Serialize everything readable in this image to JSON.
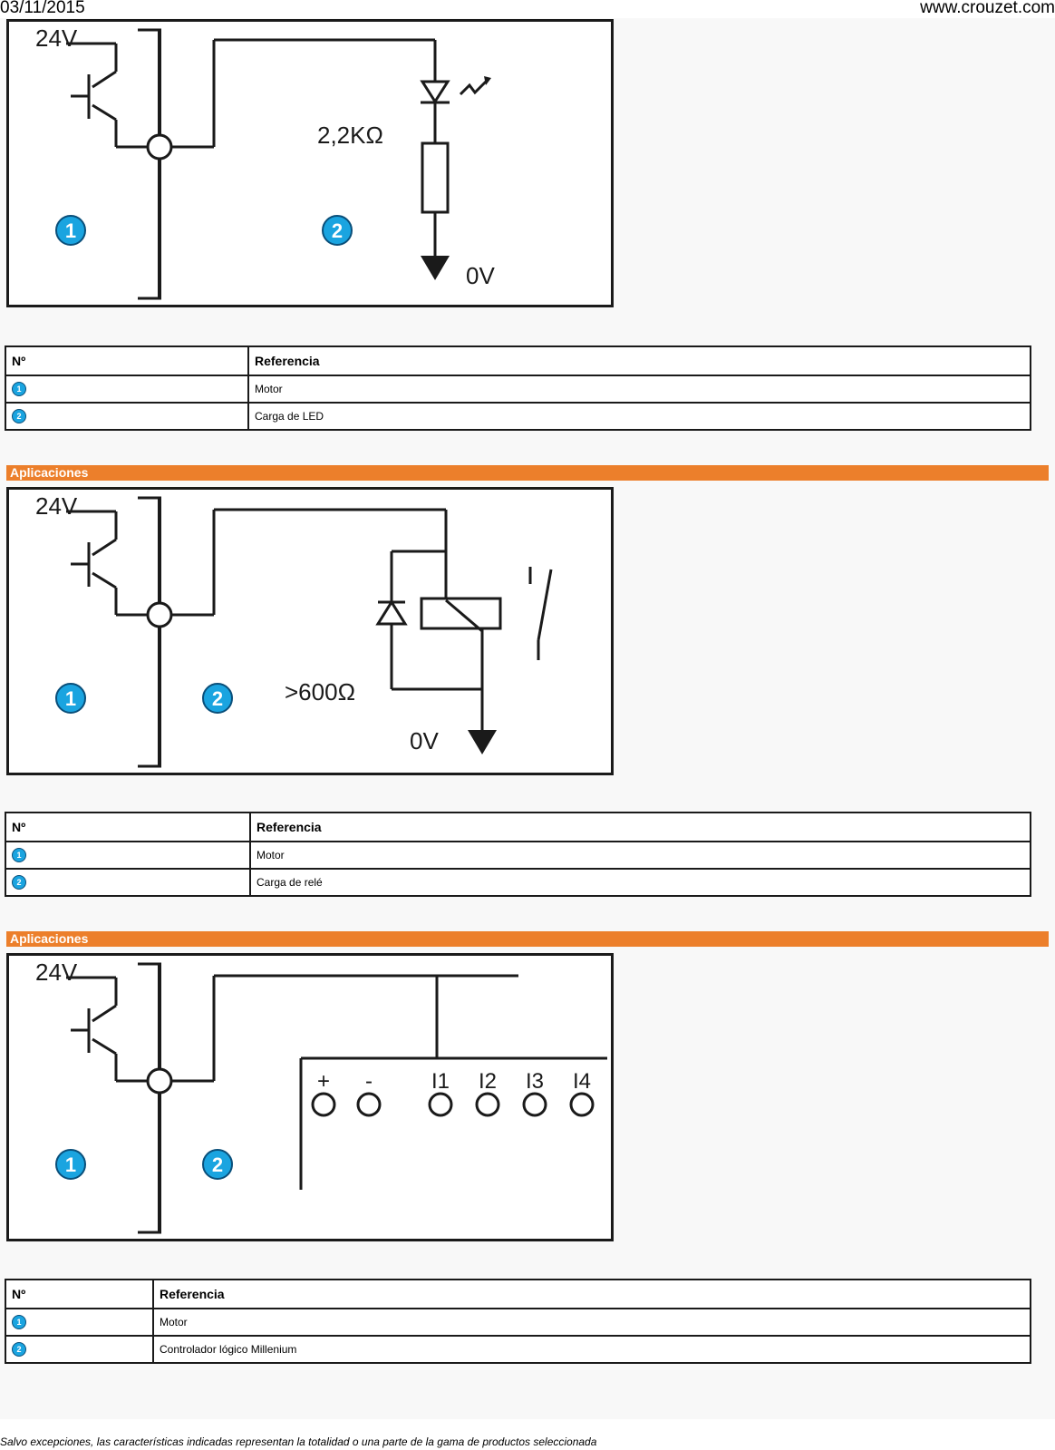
{
  "header": {
    "date": "03/11/2015",
    "site": "www.crouzet.com"
  },
  "section_title": "Aplicaciones",
  "diagrams": [
    {
      "supply": "24V",
      "resistance": "2,2KΩ",
      "ground": "0V",
      "marker1": "1",
      "marker2": "2"
    },
    {
      "supply": "24V",
      "resistance": ">600Ω",
      "ground": "0V",
      "marker1": "1",
      "marker2": "2"
    },
    {
      "supply": "24V",
      "marker1": "1",
      "marker2": "2",
      "terminals": [
        "+",
        "-",
        "I1",
        "I2",
        "I3",
        "I4"
      ]
    }
  ],
  "tables": [
    {
      "col_no": "Nº",
      "col_ref": "Referencia",
      "rows": [
        {
          "no": "1",
          "ref": "Motor"
        },
        {
          "no": "2",
          "ref": "Carga de LED"
        }
      ]
    },
    {
      "col_no": "Nº",
      "col_ref": "Referencia",
      "rows": [
        {
          "no": "1",
          "ref": "Motor"
        },
        {
          "no": "2",
          "ref": "Carga de relé"
        }
      ]
    },
    {
      "col_no": "Nº",
      "col_ref": "Referencia",
      "rows": [
        {
          "no": "1",
          "ref": "Motor"
        },
        {
          "no": "2",
          "ref": "Controlador lógico Millenium"
        }
      ]
    }
  ],
  "footer": "Salvo excepciones, las características indicadas representan la totalidad o una parte de la gama de productos seleccionada",
  "colors": {
    "section_bar": "#ec7f2b",
    "marker": "#1aa4e0"
  }
}
